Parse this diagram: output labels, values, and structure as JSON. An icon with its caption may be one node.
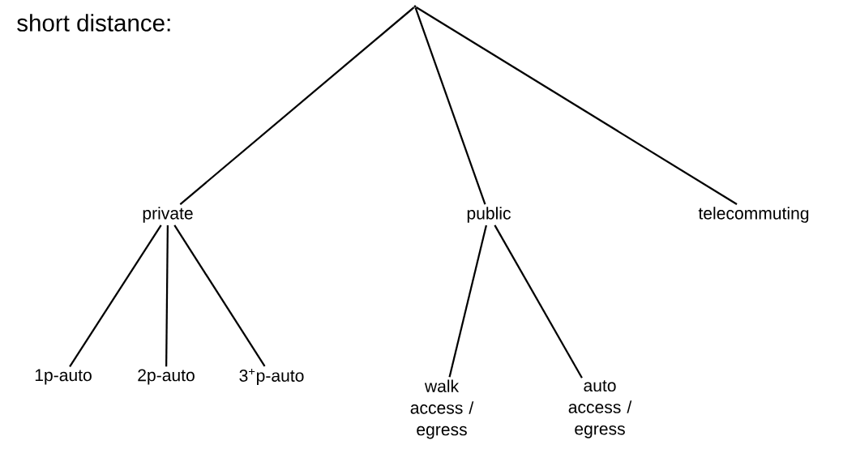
{
  "diagram": {
    "nodes": [
      {
        "text": [],
        "shape": "point"
      },
      {
        "text": [
          "private"
        ]
      },
      {
        "text": [
          "public"
        ]
      },
      {
        "text": [
          "telecommuting"
        ]
      },
      {
        "text": [
          "1p-auto"
        ]
      },
      {
        "text": [
          "2p-auto"
        ]
      },
      {
        "text": [
          "3$^{+}$p-auto"
        ]
      },
      {
        "text": [
          "walk access / egress"
        ]
      },
      {
        "text": [
          "auto access / egress"
        ]
      }
    ],
    "edges": [
      {
        "from": 0,
        "to": 1,
        "arrow": "none"
      },
      {
        "from": 0,
        "to": 2,
        "arrow": "none"
      },
      {
        "from": 0,
        "to": 3,
        "arrow": "none"
      },
      {
        "from": 1,
        "to": 4,
        "arrow": "none"
      },
      {
        "from": 1,
        "to": 5,
        "arrow": "none"
      },
      {
        "from": 1,
        "to": 6,
        "arrow": "none"
      },
      {
        "from": 2,
        "to": 7,
        "arrow": "none"
      },
      {
        "from": 2,
        "to": 8,
        "arrow": "none"
      }
    ],
    "labels": [
      "short distance:"
    ]
  }
}
